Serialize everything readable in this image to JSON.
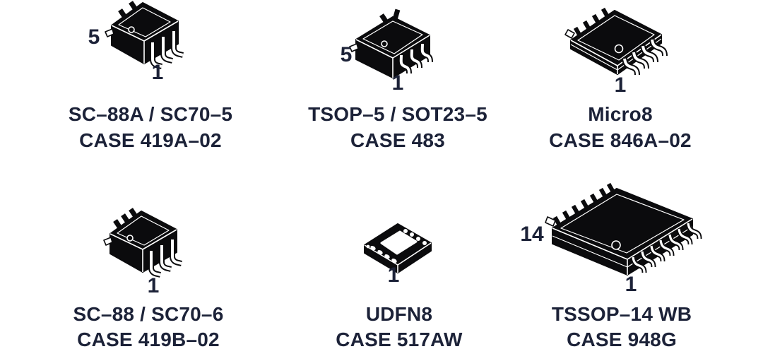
{
  "page": {
    "background": "#ffffff",
    "text_color": "#1c2238",
    "art_color": "#0b0b0d"
  },
  "packages": [
    {
      "id": "sc88a-sc70-5",
      "name": "SC–88A / SC70–5",
      "case": "CASE 419A–02",
      "pin_first": "1",
      "pin_last": "5",
      "illustration": "sot-5-pin-package-isometric"
    },
    {
      "id": "tsop5-sot23-5",
      "name": "TSOP–5 / SOT23–5",
      "case": "CASE 483",
      "pin_first": "1",
      "pin_last": "5",
      "illustration": "tsop-5-pin-package-isometric"
    },
    {
      "id": "micro8",
      "name": "Micro8",
      "case": "CASE 846A–02",
      "pin_first": "1",
      "illustration": "micro8-8-pin-package-isometric"
    },
    {
      "id": "sc88-sc70-6",
      "name": "SC–88 / SC70–6",
      "case": "CASE 419B–02",
      "pin_first": "1",
      "illustration": "sot-6-pin-package-isometric"
    },
    {
      "id": "udfn8",
      "name": "UDFN8",
      "case": "CASE 517AW",
      "pin_first": "1",
      "illustration": "udfn8-package-bottom-view"
    },
    {
      "id": "tssop14wb",
      "name": "TSSOP–14 WB",
      "case": "CASE 948G",
      "pin_first": "1",
      "pin_last": "14",
      "illustration": "tssop-14-pin-package-isometric"
    }
  ]
}
